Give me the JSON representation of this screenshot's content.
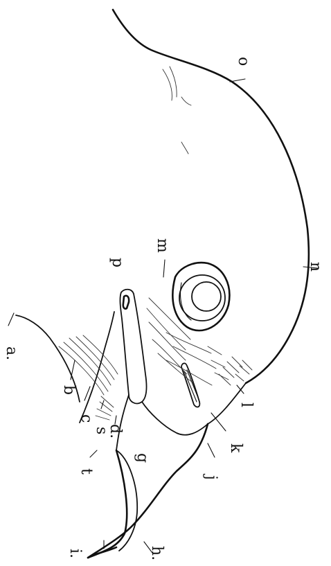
{
  "labels": {
    "a": "a.",
    "b": "b",
    "c": "c",
    "s": "s",
    "d": "d.",
    "t": "t",
    "g": "g",
    "i": "i.",
    "h": "h.",
    "j": "j",
    "k": "k",
    "l": "l",
    "p": "p",
    "m": "m",
    "n": "n",
    "o": "o"
  },
  "colors": {
    "ink": "#111111",
    "paper": "#ffffff"
  }
}
